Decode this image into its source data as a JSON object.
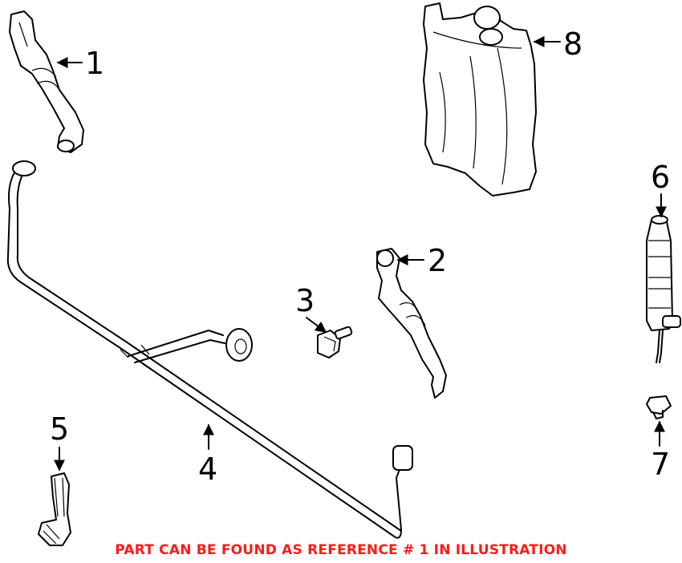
{
  "callouts": {
    "c1": "1",
    "c2": "2",
    "c3": "3",
    "c4": "4",
    "c5": "5",
    "c6": "6",
    "c7": "7",
    "c8": "8"
  },
  "notice": {
    "text": "PART CAN BE FOUND AS REFERENCE # 1 IN ILLUSTRATION",
    "color": "#ff1a1a"
  }
}
